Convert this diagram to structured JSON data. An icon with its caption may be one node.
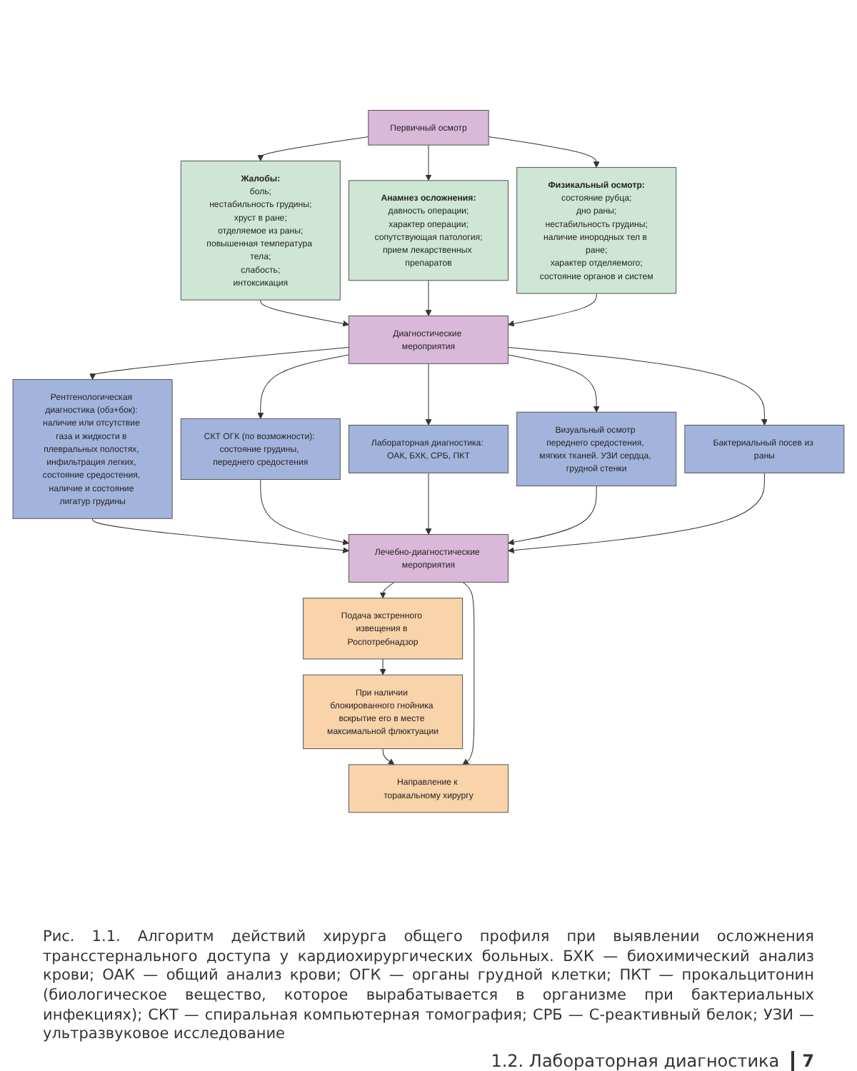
{
  "diagram": {
    "caption": "Рис. 1.1. Алгоритм действий хирурга общего профиля при выявлении осложнения трансстернального доступа у кардиохирургических больных. БХК — биохимический анализ крови; ОАК — общий анализ крови; ОГК — органы грудной клетки; ПКТ — прокальцитонин (биологическое вещество, которое вырабатывается в организме при бактериальных инфекциях); СКТ — спиральная компьютерная томография; СРБ — С-реактивный белок; УЗИ — ультразвуковое исследование",
    "nodes": [
      {
        "text": [
          "Первичный осмотр"
        ]
      },
      {
        "text": [
          "Жалобы:",
          "боль;",
          "нестабильность грудины;",
          "хруст в ране;",
          "отделяемое из раны;",
          "повышенная температура тела;",
          "слабость;",
          "интоксикация"
        ]
      },
      {
        "text": [
          "Анамнез осложнения:",
          "давность операции;",
          "характер операции;",
          "сопутствующая патология;",
          "прием лекарственных препаратов"
        ]
      },
      {
        "text": [
          "Физикальный осмотр:",
          "состояние рубца;",
          "дно раны;",
          "нестабильность грудины;",
          "наличие инородных тел в ране;",
          "характер отделяемого;",
          "состояние органов и систем"
        ]
      },
      {
        "text": [
          "Диагностические мероприятия"
        ]
      },
      {
        "text": [
          "Рентгенологическая диагностика (обз+бок): наличие или отсутствие газа и жидкости в плевральных полостях, инфильтрация легких, состояние средостения, наличие и состояние лигатур грудины"
        ]
      },
      {
        "text": [
          "СКТ ОГК (по возможности): состояние грудины, переднего средостения"
        ]
      },
      {
        "text": [
          "Лабораторная диагностика: ОАК, БХК, СРБ, ПКТ"
        ]
      },
      {
        "text": [
          "Визуальный осмотр переднего средостения, мягких тканей. УЗИ сердца, грудной стенки"
        ]
      },
      {
        "text": [
          "Бактериальный посев из раны"
        ]
      },
      {
        "text": [
          "Лечебно-диагностические мероприятия"
        ]
      },
      {
        "text": [
          "Подача экстренного извещения в Роспотребнадзор"
        ]
      },
      {
        "text": [
          "При наличии блокированного гнойника вскрытие его в месте максимальной флюктуации"
        ]
      },
      {
        "text": [
          "Направление к торакальному хирургу"
        ]
      }
    ],
    "edges": [
      {
        "from": 0,
        "to": 1,
        "arrow": "to"
      },
      {
        "from": 0,
        "to": 2,
        "arrow": "to"
      },
      {
        "from": 0,
        "to": 3,
        "arrow": "to"
      },
      {
        "from": 1,
        "to": 4,
        "arrow": "to"
      },
      {
        "from": 2,
        "to": 4,
        "arrow": "to"
      },
      {
        "from": 3,
        "to": 4,
        "arrow": "to"
      },
      {
        "from": 4,
        "to": 5,
        "arrow": "to"
      },
      {
        "from": 4,
        "to": 6,
        "arrow": "to"
      },
      {
        "from": 4,
        "to": 7,
        "arrow": "to"
      },
      {
        "from": 4,
        "to": 8,
        "arrow": "to"
      },
      {
        "from": 4,
        "to": 9,
        "arrow": "to"
      },
      {
        "from": 5,
        "to": 10,
        "arrow": "to"
      },
      {
        "from": 6,
        "to": 10,
        "arrow": "to"
      },
      {
        "from": 7,
        "to": 10,
        "arrow": "to"
      },
      {
        "from": 8,
        "to": 10,
        "arrow": "to"
      },
      {
        "from": 9,
        "to": 10,
        "arrow": "to"
      },
      {
        "from": 10,
        "to": 11,
        "arrow": "to"
      },
      {
        "from": 11,
        "to": 12,
        "arrow": "to"
      },
      {
        "from": 12,
        "to": 13,
        "arrow": "to"
      },
      {
        "from": 10,
        "to": 13,
        "arrow": "to"
      }
    ],
    "labels": [
      "1.2. Лабораторная диагностика",
      "7"
    ]
  }
}
